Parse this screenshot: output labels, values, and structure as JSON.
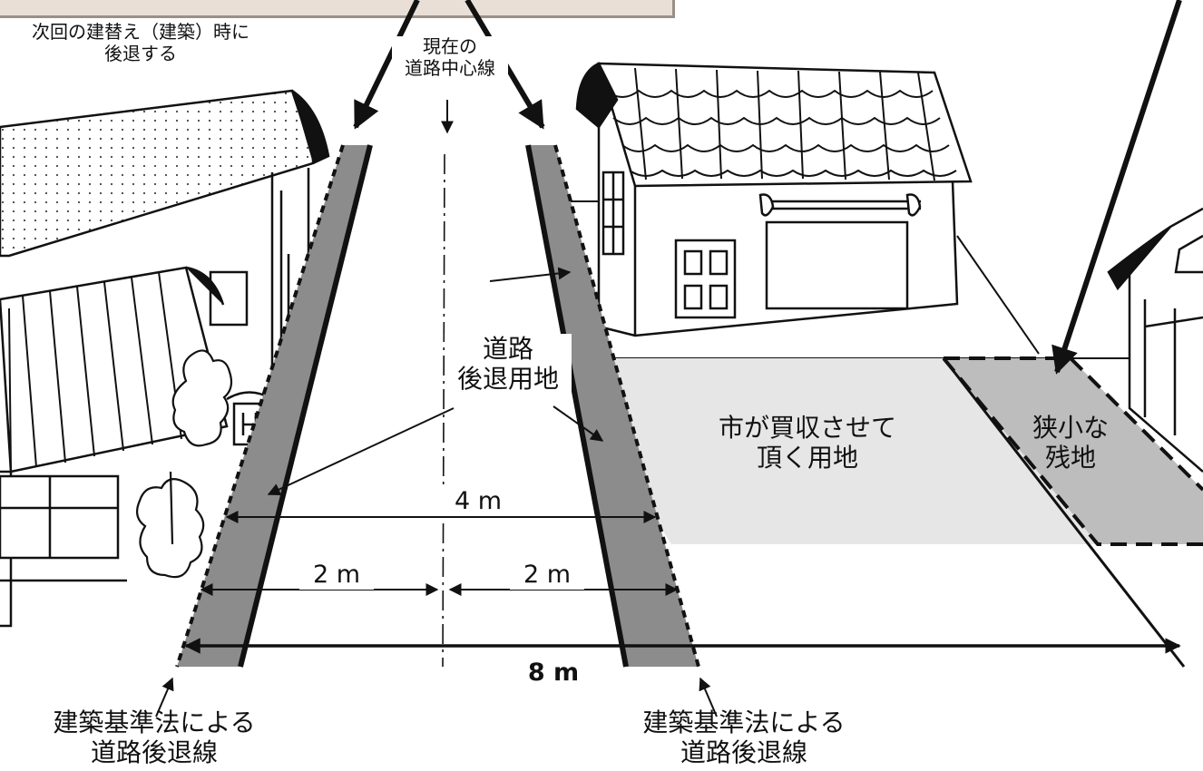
{
  "labels": {
    "left_house_note": [
      "次回の建替え（建築）時に",
      "後退する"
    ],
    "current_centerline": [
      "現在の",
      "道路中心線"
    ],
    "setback_land": [
      "道路",
      "後退用地"
    ],
    "city_purchase_land": [
      "市が買収させて",
      "頂く用地"
    ],
    "small_remnant": [
      "狭小な",
      "残地"
    ],
    "dim_4m": "4 m",
    "dim_2m_left": "2 m",
    "dim_2m_right": "2 m",
    "dim_8m": "8 m",
    "setback_line_left": [
      "建築基準法による",
      "道路後退線"
    ],
    "setback_line_right": [
      "建築基準法による",
      "道路後退線"
    ]
  },
  "colors": {
    "setback_strip": "#8c8c8c",
    "purchase_area": "#e6e6e6",
    "remnant_area": "#bdbdbd",
    "top_box_fill": "#eadfd6",
    "top_box_border": "#9b8f86",
    "line": "#111111"
  },
  "icons": [
    "house-icon",
    "tiled-roof-icon",
    "tree-icon",
    "mailbox-icon"
  ]
}
